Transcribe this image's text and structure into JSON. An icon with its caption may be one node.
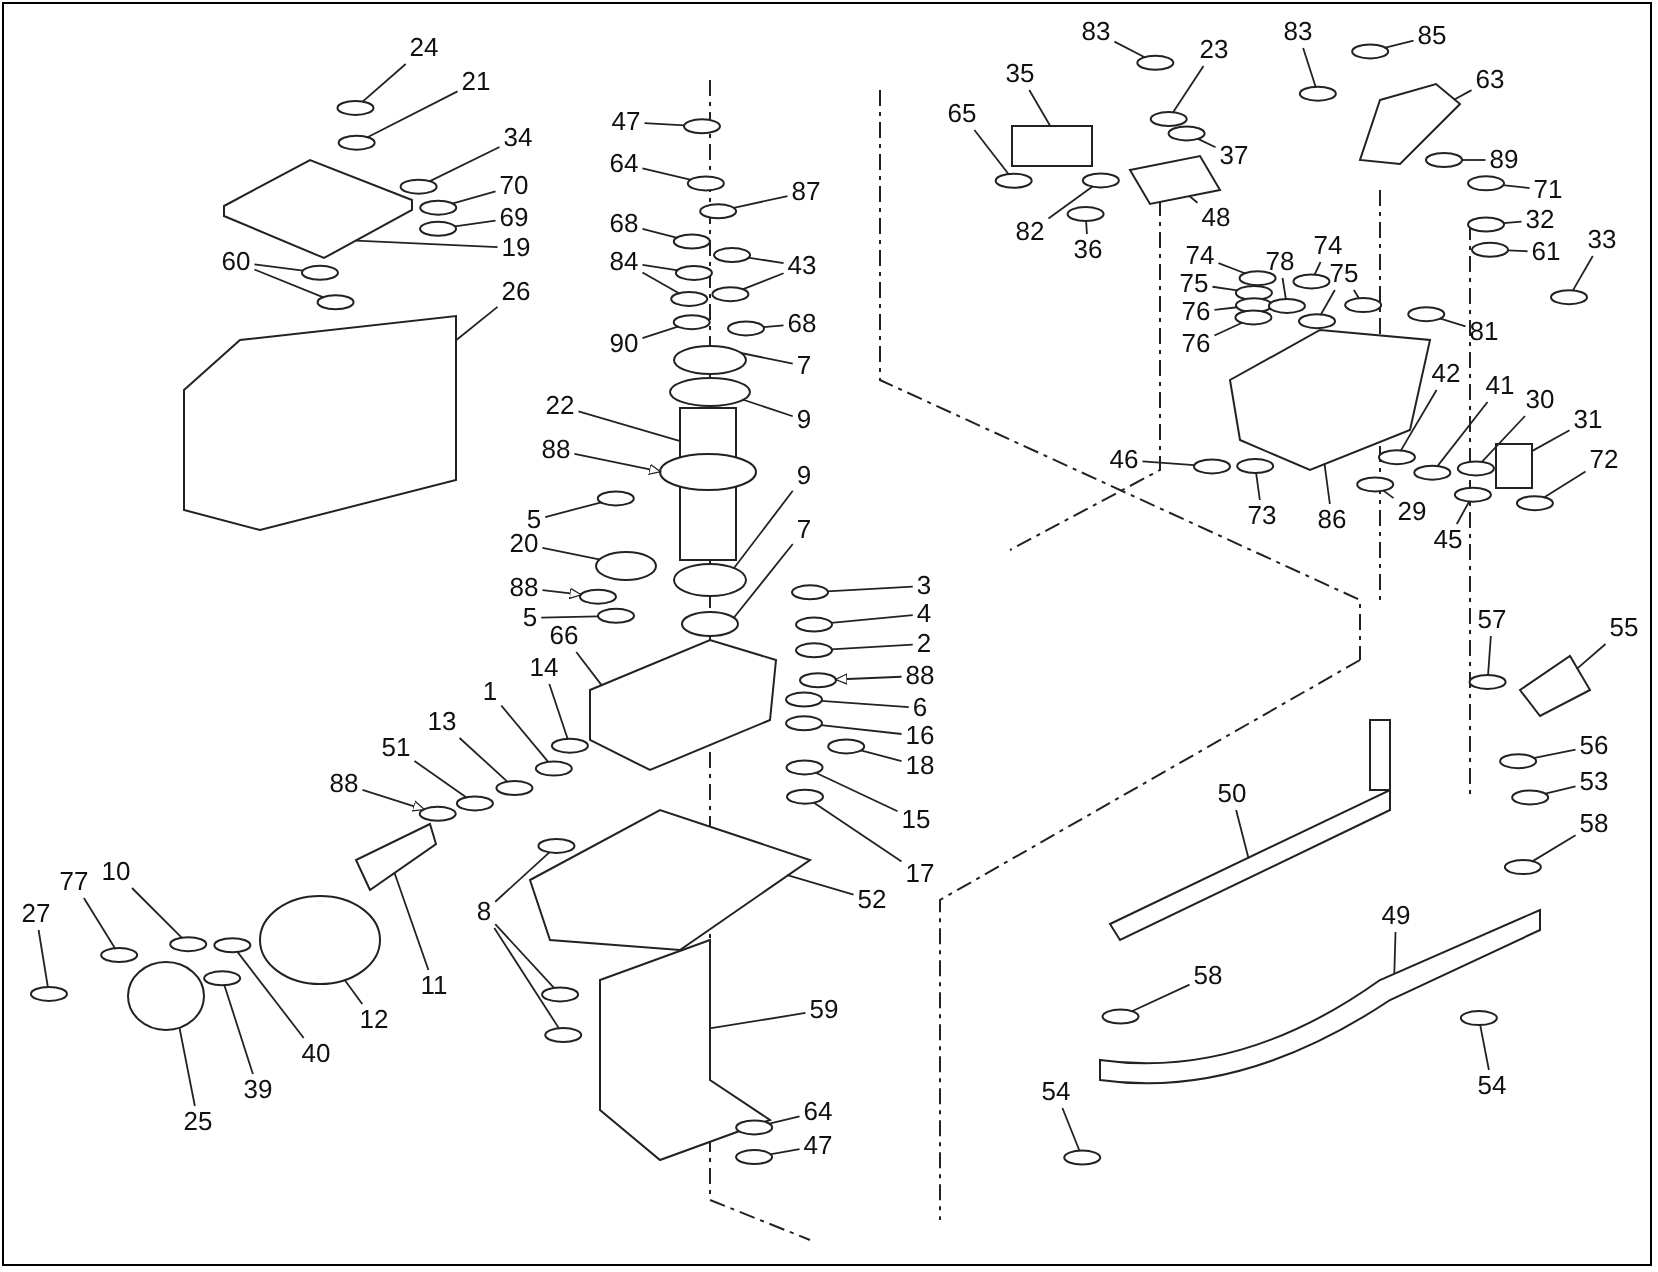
{
  "diagram": {
    "nodes": [
      {
        "text": [
          "24"
        ]
      },
      {
        "text": [
          "21"
        ]
      },
      {
        "text": [
          "34"
        ]
      },
      {
        "text": [
          "70"
        ]
      },
      {
        "text": [
          "69"
        ]
      },
      {
        "text": [
          "19"
        ]
      },
      {
        "text": [
          "60"
        ]
      },
      {
        "text": [
          "26"
        ]
      },
      {
        "text": [
          "47"
        ]
      },
      {
        "text": [
          "64"
        ]
      },
      {
        "text": [
          "87"
        ]
      },
      {
        "text": [
          "68"
        ]
      },
      {
        "text": [
          "84"
        ]
      },
      {
        "text": [
          "43"
        ]
      },
      {
        "text": [
          "68"
        ]
      },
      {
        "text": [
          "90"
        ]
      },
      {
        "text": [
          "7"
        ]
      },
      {
        "text": [
          "9"
        ]
      },
      {
        "text": [
          "22"
        ]
      },
      {
        "text": [
          "88"
        ]
      },
      {
        "text": [
          "5"
        ]
      },
      {
        "text": [
          "9"
        ]
      },
      {
        "text": [
          "7"
        ]
      },
      {
        "text": [
          "20"
        ]
      },
      {
        "text": [
          "88"
        ]
      },
      {
        "text": [
          "5"
        ]
      },
      {
        "text": [
          "3"
        ]
      },
      {
        "text": [
          "4"
        ]
      },
      {
        "text": [
          "2"
        ]
      },
      {
        "text": [
          "88"
        ]
      },
      {
        "text": [
          "6"
        ]
      },
      {
        "text": [
          "16"
        ]
      },
      {
        "text": [
          "18"
        ]
      },
      {
        "text": [
          "15"
        ]
      },
      {
        "text": [
          "17"
        ]
      },
      {
        "text": [
          "66"
        ]
      },
      {
        "text": [
          "14"
        ]
      },
      {
        "text": [
          "1"
        ]
      },
      {
        "text": [
          "13"
        ]
      },
      {
        "text": [
          "51"
        ]
      },
      {
        "text": [
          "88"
        ]
      },
      {
        "text": [
          "10"
        ]
      },
      {
        "text": [
          "77"
        ]
      },
      {
        "text": [
          "27"
        ]
      },
      {
        "text": [
          "11"
        ]
      },
      {
        "text": [
          "12"
        ]
      },
      {
        "text": [
          "40"
        ]
      },
      {
        "text": [
          "39"
        ]
      },
      {
        "text": [
          "25"
        ]
      },
      {
        "text": [
          "8"
        ]
      },
      {
        "text": [
          "52"
        ]
      },
      {
        "text": [
          "59"
        ]
      },
      {
        "text": [
          "64"
        ]
      },
      {
        "text": [
          "47"
        ]
      },
      {
        "text": [
          "83"
        ]
      },
      {
        "text": [
          "23"
        ]
      },
      {
        "text": [
          "35"
        ]
      },
      {
        "text": [
          "65"
        ]
      },
      {
        "text": [
          "37"
        ]
      },
      {
        "text": [
          "48"
        ]
      },
      {
        "text": [
          "82"
        ]
      },
      {
        "text": [
          "36"
        ]
      },
      {
        "text": [
          "83"
        ]
      },
      {
        "text": [
          "85"
        ]
      },
      {
        "text": [
          "63"
        ]
      },
      {
        "text": [
          "89"
        ]
      },
      {
        "text": [
          "71"
        ]
      },
      {
        "text": [
          "32"
        ]
      },
      {
        "text": [
          "61"
        ]
      },
      {
        "text": [
          "33"
        ]
      },
      {
        "text": [
          "74"
        ]
      },
      {
        "text": [
          "75"
        ]
      },
      {
        "text": [
          "76"
        ]
      },
      {
        "text": [
          "76"
        ]
      },
      {
        "text": [
          "78"
        ]
      },
      {
        "text": [
          "74"
        ]
      },
      {
        "text": [
          "75"
        ]
      },
      {
        "text": [
          "81"
        ]
      },
      {
        "text": [
          "42"
        ]
      },
      {
        "text": [
          "41"
        ]
      },
      {
        "text": [
          "30"
        ]
      },
      {
        "text": [
          "31"
        ]
      },
      {
        "text": [
          "72"
        ]
      },
      {
        "text": [
          "46"
        ]
      },
      {
        "text": [
          "73"
        ]
      },
      {
        "text": [
          "86"
        ]
      },
      {
        "text": [
          "29"
        ]
      },
      {
        "text": [
          "45"
        ]
      },
      {
        "text": [
          "57"
        ]
      },
      {
        "text": [
          "55"
        ]
      },
      {
        "text": [
          "56"
        ]
      },
      {
        "text": [
          "53"
        ]
      },
      {
        "text": [
          "58"
        ]
      },
      {
        "text": [
          "50"
        ]
      },
      {
        "text": [
          "49"
        ]
      },
      {
        "text": [
          "58"
        ]
      },
      {
        "text": [
          "54"
        ]
      },
      {
        "text": [
          "54"
        ]
      },
      {
        "text": [],
        "shape": "circle"
      },
      {
        "text": [],
        "shape": "circle"
      },
      {
        "text": [],
        "shape": "circle"
      },
      {
        "text": [],
        "shape": "circle"
      },
      {
        "text": [],
        "shape": "circle"
      },
      {
        "text": [],
        "shape": "box"
      },
      {
        "text": [],
        "shape": "circle"
      },
      {
        "text": [],
        "shape": "circle"
      },
      {
        "text": [],
        "shape": "box"
      },
      {
        "text": [],
        "shape": "circle"
      },
      {
        "text": [],
        "shape": "circle"
      },
      {
        "text": [],
        "shape": "circle"
      },
      {
        "text": [],
        "shape": "circle"
      },
      {
        "text": [],
        "shape": "circle"
      },
      {
        "text": [],
        "shape": "circle"
      },
      {
        "text": [],
        "shape": "circle"
      },
      {
        "text": [],
        "shape": "circle"
      },
      {
        "text": [],
        "shape": "circle"
      },
      {
        "text": [],
        "shape": "circle"
      },
      {
        "text": [],
        "shape": "circle"
      },
      {
        "text": [],
        "shape": "circle"
      },
      {
        "text": [],
        "shape": "box"
      },
      {
        "text": [],
        "shape": "circle"
      },
      {
        "text": [],
        "shape": "circle"
      },
      {
        "text": [],
        "shape": "circle"
      },
      {
        "text": [],
        "shape": "circle"
      },
      {
        "text": [],
        "shape": "circle"
      },
      {
        "text": [],
        "shape": "circle"
      },
      {
        "text": [],
        "shape": "circle"
      },
      {
        "text": [],
        "shape": "circle"
      },
      {
        "text": [],
        "shape": "circle"
      },
      {
        "text": [],
        "shape": "circle"
      },
      {
        "text": [],
        "shape": "circle"
      },
      {
        "text": [],
        "shape": "circle"
      },
      {
        "text": [],
        "shape": "circle"
      },
      {
        "text": [],
        "shape": "circle"
      },
      {
        "text": [],
        "shape": "circle"
      },
      {
        "text": [],
        "shape": "circle"
      },
      {
        "text": [],
        "shape": "box"
      },
      {
        "text": [],
        "shape": "circle"
      },
      {
        "text": [],
        "shape": "circle"
      },
      {
        "text": [],
        "shape": "circle"
      },
      {
        "text": [],
        "shape": "circle"
      },
      {
        "text": [],
        "shape": "circle"
      },
      {
        "text": [],
        "shape": "circle"
      },
      {
        "text": [],
        "shape": "circle"
      },
      {
        "text": [],
        "shape": "circle"
      },
      {
        "text": [],
        "shape": "box"
      },
      {
        "text": [],
        "shape": "circle"
      },
      {
        "text": [],
        "shape": "circle"
      },
      {
        "text": [],
        "shape": "circle"
      },
      {
        "text": [],
        "shape": "circle"
      },
      {
        "text": [],
        "shape": "circle"
      },
      {
        "text": [],
        "shape": "circle"
      },
      {
        "text": [],
        "shape": "circle"
      },
      {
        "text": [],
        "shape": "box"
      },
      {
        "text": [],
        "shape": "box"
      },
      {
        "text": [],
        "shape": "circle"
      },
      {
        "text": [],
        "shape": "circle"
      },
      {
        "text": [],
        "shape": "circle"
      },
      {
        "text": [],
        "shape": "circle"
      },
      {
        "text": [],
        "shape": "box"
      },
      {
        "text": [],
        "shape": "circle"
      },
      {
        "text": [],
        "shape": "circle"
      },
      {
        "text": [],
        "shape": "box"
      },
      {
        "text": [],
        "shape": "circle"
      },
      {
        "text": [],
        "shape": "circle"
      },
      {
        "text": [],
        "shape": "circle"
      },
      {
        "text": [],
        "shape": "circle"
      },
      {
        "text": [],
        "shape": "box"
      },
      {
        "text": [],
        "shape": "circle"
      },
      {
        "text": [],
        "shape": "circle"
      },
      {
        "text": [],
        "shape": "circle"
      },
      {
        "text": [],
        "shape": "circle"
      },
      {
        "text": [],
        "shape": "circle"
      },
      {
        "text": [],
        "shape": "circle"
      },
      {
        "text": [],
        "shape": "circle"
      },
      {
        "text": [],
        "shape": "circle"
      },
      {
        "text": [],
        "shape": "circle"
      },
      {
        "text": [],
        "shape": "circle"
      },
      {
        "text": [],
        "shape": "circle"
      },
      {
        "text": [],
        "shape": "circle"
      },
      {
        "text": [],
        "shape": "circle"
      },
      {
        "text": [],
        "shape": "circle"
      },
      {
        "text": [],
        "shape": "circle"
      },
      {
        "text": [],
        "shape": "circle"
      },
      {
        "text": [],
        "shape": "circle"
      },
      {
        "text": [],
        "shape": "box"
      },
      {
        "text": [],
        "shape": "circle"
      },
      {
        "text": [],
        "shape": "circle"
      },
      {
        "text": [],
        "shape": "circle"
      },
      {
        "text": [],
        "shape": "box"
      },
      {
        "text": [],
        "shape": "circle"
      },
      {
        "text": [],
        "shape": "circle"
      },
      {
        "text": [],
        "shape": "circle"
      },
      {
        "text": [],
        "shape": "box"
      },
      {
        "text": [],
        "shape": "circle"
      },
      {
        "text": [],
        "shape": "circle"
      },
      {
        "text": [],
        "shape": "circle"
      },
      {
        "text": [],
        "shape": "box"
      },
      {
        "text": [],
        "shape": "box"
      },
      {
        "text": [],
        "shape": "circle"
      },
      {
        "text": [],
        "shape": "circle"
      },
      {
        "text": [],
        "shape": "circle"
      }
    ],
    "edges": [
      {
        "from": 0,
        "to": 98,
        "arrow": "none"
      },
      {
        "from": 1,
        "to": 99,
        "arrow": "none"
      },
      {
        "from": 2,
        "to": 100,
        "arrow": "none"
      },
      {
        "from": 3,
        "to": 101,
        "arrow": "none"
      },
      {
        "from": 4,
        "to": 102,
        "arrow": "none"
      },
      {
        "from": 5,
        "to": 103,
        "arrow": "none"
      },
      {
        "from": 6,
        "to": 104,
        "arrow": "none"
      },
      {
        "from": 6,
        "to": 105,
        "arrow": "none"
      },
      {
        "from": 7,
        "to": 106,
        "arrow": "none"
      },
      {
        "from": 8,
        "to": 107,
        "arrow": "none"
      },
      {
        "from": 9,
        "to": 108,
        "arrow": "none"
      },
      {
        "from": 10,
        "to": 109,
        "arrow": "none"
      },
      {
        "from": 11,
        "to": 110,
        "arrow": "none"
      },
      {
        "from": 12,
        "to": 111,
        "arrow": "none"
      },
      {
        "from": 12,
        "to": 112,
        "arrow": "none"
      },
      {
        "from": 13,
        "to": 113,
        "arrow": "none"
      },
      {
        "from": 13,
        "to": 114,
        "arrow": "none"
      },
      {
        "from": 14,
        "to": 115,
        "arrow": "none"
      },
      {
        "from": 15,
        "to": 116,
        "arrow": "none"
      },
      {
        "from": 16,
        "to": 117,
        "arrow": "none"
      },
      {
        "from": 17,
        "to": 118,
        "arrow": "none"
      },
      {
        "from": 18,
        "to": 119,
        "arrow": "none"
      },
      {
        "from": 19,
        "to": 120,
        "arrow": "to"
      },
      {
        "from": 20,
        "to": 121,
        "arrow": "none"
      },
      {
        "from": 21,
        "to": 122,
        "arrow": "none"
      },
      {
        "from": 22,
        "to": 123,
        "arrow": "none"
      },
      {
        "from": 23,
        "to": 124,
        "arrow": "none"
      },
      {
        "from": 24,
        "to": 125,
        "arrow": "to"
      },
      {
        "from": 25,
        "to": 126,
        "arrow": "none"
      },
      {
        "from": 26,
        "to": 127,
        "arrow": "none"
      },
      {
        "from": 27,
        "to": 128,
        "arrow": "none"
      },
      {
        "from": 28,
        "to": 129,
        "arrow": "none"
      },
      {
        "from": 29,
        "to": 130,
        "arrow": "to"
      },
      {
        "from": 30,
        "to": 131,
        "arrow": "none"
      },
      {
        "from": 31,
        "to": 132,
        "arrow": "none"
      },
      {
        "from": 32,
        "to": 133,
        "arrow": "none"
      },
      {
        "from": 33,
        "to": 134,
        "arrow": "none"
      },
      {
        "from": 34,
        "to": 135,
        "arrow": "none"
      },
      {
        "from": 35,
        "to": 136,
        "arrow": "none"
      },
      {
        "from": 36,
        "to": 137,
        "arrow": "none"
      },
      {
        "from": 37,
        "to": 138,
        "arrow": "none"
      },
      {
        "from": 38,
        "to": 139,
        "arrow": "none"
      },
      {
        "from": 39,
        "to": 140,
        "arrow": "none"
      },
      {
        "from": 40,
        "to": 141,
        "arrow": "to"
      },
      {
        "from": 41,
        "to": 142,
        "arrow": "none"
      },
      {
        "from": 42,
        "to": 143,
        "arrow": "none"
      },
      {
        "from": 43,
        "to": 144,
        "arrow": "none"
      },
      {
        "from": 44,
        "to": 145,
        "arrow": "none"
      },
      {
        "from": 45,
        "to": 146,
        "arrow": "none"
      },
      {
        "from": 46,
        "to": 147,
        "arrow": "none"
      },
      {
        "from": 47,
        "to": 148,
        "arrow": "none"
      },
      {
        "from": 48,
        "to": 149,
        "arrow": "none"
      },
      {
        "from": 49,
        "to": 150,
        "arrow": "none"
      },
      {
        "from": 49,
        "to": 151,
        "arrow": "none"
      },
      {
        "from": 49,
        "to": 152,
        "arrow": "none"
      },
      {
        "from": 50,
        "to": 153,
        "arrow": "none"
      },
      {
        "from": 51,
        "to": 154,
        "arrow": "none"
      },
      {
        "from": 52,
        "to": 155,
        "arrow": "none"
      },
      {
        "from": 53,
        "to": 156,
        "arrow": "none"
      },
      {
        "from": 54,
        "to": 157,
        "arrow": "none"
      },
      {
        "from": 55,
        "to": 158,
        "arrow": "none"
      },
      {
        "from": 56,
        "to": 159,
        "arrow": "none"
      },
      {
        "from": 57,
        "to": 160,
        "arrow": "none"
      },
      {
        "from": 58,
        "to": 161,
        "arrow": "none"
      },
      {
        "from": 59,
        "to": 162,
        "arrow": "none"
      },
      {
        "from": 60,
        "to": 163,
        "arrow": "none"
      },
      {
        "from": 61,
        "to": 164,
        "arrow": "none"
      },
      {
        "from": 62,
        "to": 165,
        "arrow": "none"
      },
      {
        "from": 63,
        "to": 166,
        "arrow": "none"
      },
      {
        "from": 64,
        "to": 167,
        "arrow": "none"
      },
      {
        "from": 65,
        "to": 168,
        "arrow": "none"
      },
      {
        "from": 66,
        "to": 169,
        "arrow": "none"
      },
      {
        "from": 67,
        "to": 170,
        "arrow": "none"
      },
      {
        "from": 68,
        "to": 171,
        "arrow": "none"
      },
      {
        "from": 69,
        "to": 172,
        "arrow": "none"
      },
      {
        "from": 70,
        "to": 173,
        "arrow": "none"
      },
      {
        "from": 71,
        "to": 174,
        "arrow": "none"
      },
      {
        "from": 72,
        "to": 175,
        "arrow": "none"
      },
      {
        "from": 73,
        "to": 176,
        "arrow": "none"
      },
      {
        "from": 74,
        "to": 177,
        "arrow": "none"
      },
      {
        "from": 75,
        "to": 178,
        "arrow": "none"
      },
      {
        "from": 76,
        "to": 179,
        "arrow": "none"
      },
      {
        "from": 76,
        "to": 180,
        "arrow": "none"
      },
      {
        "from": 77,
        "to": 181,
        "arrow": "none"
      },
      {
        "from": 78,
        "to": 182,
        "arrow": "none"
      },
      {
        "from": 79,
        "to": 183,
        "arrow": "none"
      },
      {
        "from": 80,
        "to": 184,
        "arrow": "none"
      },
      {
        "from": 81,
        "to": 185,
        "arrow": "none"
      },
      {
        "from": 82,
        "to": 186,
        "arrow": "none"
      },
      {
        "from": 83,
        "to": 187,
        "arrow": "none"
      },
      {
        "from": 84,
        "to": 188,
        "arrow": "none"
      },
      {
        "from": 85,
        "to": 189,
        "arrow": "none"
      },
      {
        "from": 86,
        "to": 190,
        "arrow": "none"
      },
      {
        "from": 87,
        "to": 191,
        "arrow": "none"
      },
      {
        "from": 88,
        "to": 192,
        "arrow": "none"
      },
      {
        "from": 89,
        "to": 193,
        "arrow": "none"
      },
      {
        "from": 90,
        "to": 194,
        "arrow": "none"
      },
      {
        "from": 91,
        "to": 195,
        "arrow": "none"
      },
      {
        "from": 92,
        "to": 196,
        "arrow": "none"
      },
      {
        "from": 93,
        "to": 197,
        "arrow": "none"
      },
      {
        "from": 94,
        "to": 198,
        "arrow": "none"
      },
      {
        "from": 95,
        "to": 199,
        "arrow": "none"
      },
      {
        "from": 96,
        "to": 200,
        "arrow": "none"
      },
      {
        "from": 97,
        "to": 201,
        "arrow": "none"
      }
    ]
  }
}
